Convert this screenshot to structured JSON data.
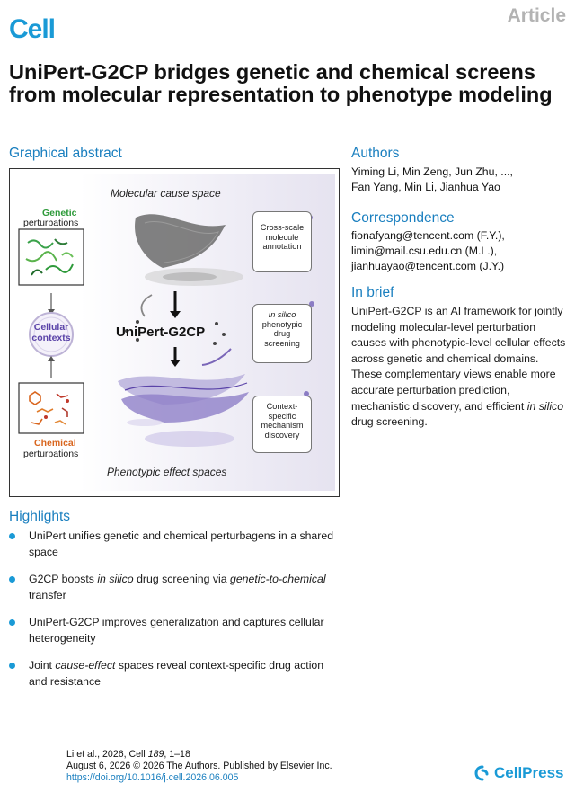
{
  "header": {
    "journal": "Cell",
    "article_type": "Article"
  },
  "title": "UniPert-G2CP bridges genetic and chemical screens from molecular representation to phenotype modeling",
  "graphical_abstract": {
    "heading": "Graphical abstract",
    "molecular_cause_space": "Molecular cause space",
    "phenotypic_effect_spaces": "Phenotypic effect spaces",
    "genetic_word": "Genetic",
    "genetic_perturbations": "perturbations",
    "chemical_word": "Chemical",
    "chemical_perturbations": "perturbations",
    "cellular_line1": "Cellular",
    "cellular_line2": "contexts",
    "center_label": "UniPert-G2CP",
    "box1": [
      "Cross-scale",
      "molecule",
      "annotation"
    ],
    "box2_italic": "In silico",
    "box2": [
      "phenotypic",
      "drug",
      "screening"
    ],
    "box3": [
      "Context-",
      "specific",
      "mechanism",
      "discovery"
    ],
    "colors": {
      "genetic": "#2e9a3a",
      "chemical": "#d9661f",
      "cellular": "#7b5ea7",
      "purple": "#6b4fb3"
    }
  },
  "authors": {
    "heading": "Authors",
    "line1": "Yiming Li, Min Zeng, Jun Zhu, ...,",
    "line2": "Fan Yang, Min Li, Jianhua Yao"
  },
  "correspondence": {
    "heading": "Correspondence",
    "lines": [
      "fionafyang@tencent.com (F.Y.),",
      "limin@mail.csu.edu.cn (M.L.),",
      "jianhuayao@tencent.com (J.Y.)"
    ]
  },
  "in_brief": {
    "heading": "In brief",
    "text_before_italic": "UniPert-G2CP is an AI framework for jointly modeling molecular-level perturbation causes with phenotypic-level cellular effects across genetic and chemical domains. These complementary views enable more accurate perturbation prediction, mechanistic discovery, and efficient ",
    "italic": "in silico",
    "text_after_italic": " drug screening."
  },
  "highlights": {
    "heading": "Highlights",
    "item1": "UniPert unifies genetic and chemical perturbagens in a shared space",
    "item2_a": "G2CP boosts ",
    "item2_b": "in silico",
    "item2_c": " drug screening via ",
    "item2_d": "genetic-to-chemical",
    "item2_e": " transfer",
    "item3": "UniPert-G2CP improves generalization and captures cellular heterogeneity",
    "item4_a": "Joint ",
    "item4_b": "cause-effect",
    "item4_c": " spaces reveal context-specific drug action and resistance"
  },
  "footer": {
    "citation_a": "Li et al., 2026, Cell ",
    "citation_vol": "189",
    "citation_b": ", 1–18",
    "line2": "August 6, 2026 © 2026 The Authors. Published by Elsevier Inc.",
    "doi": "https://doi.org/10.1016/j.cell.2026.06.005",
    "publisher": "CellPress"
  }
}
